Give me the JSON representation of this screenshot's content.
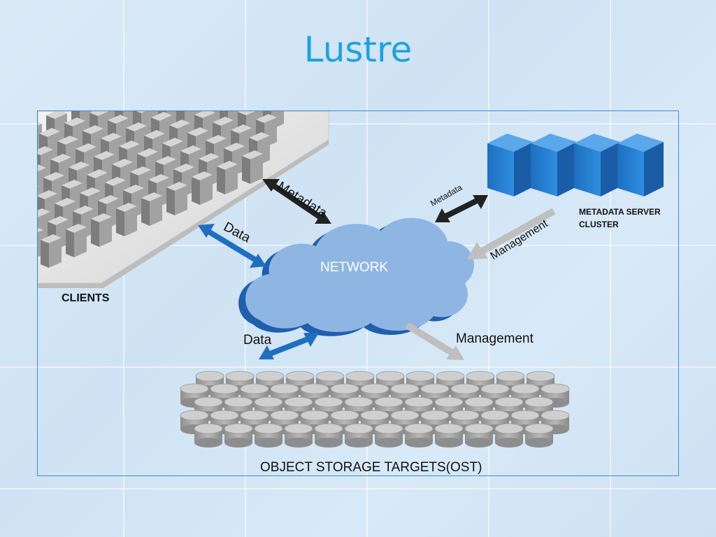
{
  "title": "Lustre",
  "labels": {
    "clients": "CLIENTS",
    "metadata_cluster_line1": "METADATA SERVER",
    "metadata_cluster_line2": "CLUSTER",
    "network": "NETWORK",
    "ost": "OBJECT STORAGE TARGETS(OST)",
    "clients_metadata": "Metadata",
    "clients_data": "Data",
    "mds_metadata": "Metadata",
    "mds_management": "Management",
    "ost_data": "Data",
    "ost_management": "Management"
  },
  "colors": {
    "title": "#1fa2dd",
    "cloud": "#8fb6e3",
    "cloud_shadow": "#1f5fae",
    "server_blue": "#2a7fd0",
    "arrow_black": "#222222",
    "arrow_blue": "#1f6fc0",
    "arrow_gray": "#bfbfbf",
    "storage_gray": "#a9a9a9"
  }
}
